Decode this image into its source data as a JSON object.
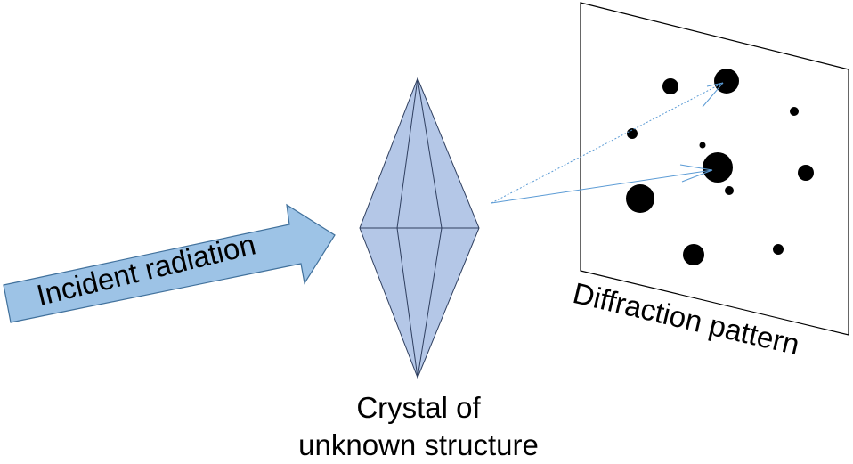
{
  "labels": {
    "incident": "Incident radiation",
    "crystal_line1": "Crystal of",
    "crystal_line2": "unknown structure",
    "diffraction": "Diffraction pattern"
  },
  "colors": {
    "arrow_fill": "#9dc3e6",
    "arrow_stroke": "#41719c",
    "crystal_fill": "#b4c7e7",
    "crystal_stroke": "#2f3f5f",
    "ray": "#5b9bd5",
    "spot": "#000000",
    "screen_stroke": "#000000"
  }
}
